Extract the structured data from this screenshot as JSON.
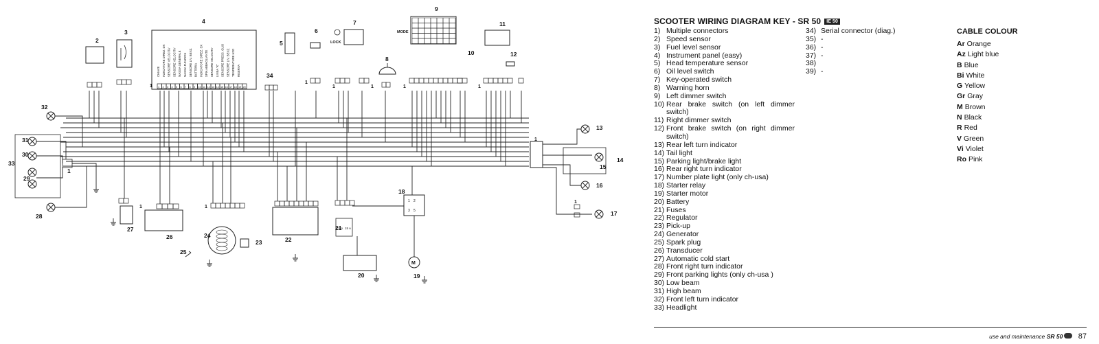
{
  "diagram": {
    "component_numbers": [
      "1",
      "2",
      "3",
      "4",
      "5",
      "6",
      "7",
      "8",
      "9",
      "10",
      "11",
      "12",
      "13",
      "14",
      "15",
      "16",
      "17",
      "18",
      "19",
      "20",
      "21",
      "22",
      "23",
      "24",
      "25",
      "26",
      "27",
      "28",
      "29",
      "30",
      "31",
      "32",
      "33",
      "34"
    ],
    "instrument_labels": [
      "CHIAVE",
      "INDICATORE DIREZ. DX",
      "SENSORE VELOCITA'",
      "SENSORE VELOCITA'",
      "MASSA GENERALE",
      "MASSA FUNZIONI",
      "SENSORE LIV. BENZ.",
      "BATTERIA",
      "INDICATORE DIREZ. SX",
      "SPIA ABBAGLIANTE",
      "SENSORE VELOCITA'",
      "LINEA \"K\"",
      "SENSORE PRESS. OLIO",
      "SENSORE LIV. BENZ.",
      "TEMPERATURE H2O",
      "RISERVA"
    ],
    "pin_numbers": [
      "1",
      "2",
      "3",
      "4",
      "5",
      "6",
      "7",
      "8",
      "9",
      "10",
      "11",
      "12",
      "13",
      "14",
      "15",
      "16",
      "17",
      "18",
      "19",
      "20"
    ],
    "switch_labels": [
      "LOCK",
      "MODE"
    ],
    "motor_label": "M",
    "fuse_labels": [
      "7,5 A",
      "15 A"
    ],
    "relay_pins": [
      "1",
      "2",
      "3",
      "5"
    ],
    "connector_marks": [
      "1",
      "1",
      "1",
      "1",
      "1",
      "1",
      "1",
      "1",
      "1",
      "1",
      "1"
    ]
  },
  "key": {
    "title": "SCOOTER WIRING DIAGRAM KEY - SR 50",
    "badge": "IE 50",
    "items": [
      {
        "n": "1)",
        "t": "Multiple connectors"
      },
      {
        "n": "2)",
        "t": "Speed sensor"
      },
      {
        "n": "3)",
        "t": "Fuel level sensor"
      },
      {
        "n": "4)",
        "t": "Instrument panel (easy)"
      },
      {
        "n": "5)",
        "t": "Head temperature sensor"
      },
      {
        "n": "6)",
        "t": "Oil level switch"
      },
      {
        "n": "7)",
        "t": "Key-operated switch"
      },
      {
        "n": "8)",
        "t": "Warning horn"
      },
      {
        "n": "9)",
        "t": "Left dimmer switch"
      },
      {
        "n": "10)",
        "t": "Rear brake switch (on left dimmer switch)"
      },
      {
        "n": "11)",
        "t": "Right dimmer switch"
      },
      {
        "n": "12)",
        "t": "Front brake switch (on right dimmer switch)"
      },
      {
        "n": "13)",
        "t": "Rear left turn indicator"
      },
      {
        "n": "14)",
        "t": "Tail light"
      },
      {
        "n": "15)",
        "t": "Parking light/brake light"
      },
      {
        "n": "16)",
        "t": "Rear right turn indicator"
      },
      {
        "n": "17)",
        "t": "Number plate light (only ch-usa)"
      },
      {
        "n": "18)",
        "t": "Starter relay"
      },
      {
        "n": "19)",
        "t": "Starter motor"
      },
      {
        "n": "20)",
        "t": "Battery"
      },
      {
        "n": "21)",
        "t": "Fuses"
      },
      {
        "n": "22)",
        "t": "Regulator"
      },
      {
        "n": "23)",
        "t": "Pick-up"
      },
      {
        "n": "24)",
        "t": "Generator"
      },
      {
        "n": "25)",
        "t": "Spark plug"
      },
      {
        "n": "26)",
        "t": "Transducer"
      },
      {
        "n": "27)",
        "t": "Automatic cold start"
      },
      {
        "n": "28)",
        "t": "Front right turn indicator"
      },
      {
        "n": "29)",
        "t": "Front parking lights (only ch-usa )"
      },
      {
        "n": "30)",
        "t": "Low beam"
      },
      {
        "n": "31)",
        "t": "High beam"
      },
      {
        "n": "32)",
        "t": "Front left turn indicator"
      },
      {
        "n": "33)",
        "t": "Headlight"
      }
    ],
    "items2": [
      {
        "n": "34)",
        "t": "Serial connector (diag.)"
      },
      {
        "n": "35)",
        "t": "-"
      },
      {
        "n": "36)",
        "t": "-"
      },
      {
        "n": "37)",
        "t": "-"
      },
      {
        "n": "38)",
        "t": ""
      },
      {
        "n": "39)",
        "t": "-"
      }
    ]
  },
  "cable": {
    "title": "CABLE COLOUR",
    "items": [
      {
        "code": "Ar",
        "name": "Orange"
      },
      {
        "code": "Az",
        "name": "Light blue"
      },
      {
        "code": "B",
        "name": "Blue"
      },
      {
        "code": "Bi",
        "name": "White"
      },
      {
        "code": "G",
        "name": "Yellow"
      },
      {
        "code": "Gr",
        "name": "Gray"
      },
      {
        "code": "M",
        "name": "Brown"
      },
      {
        "code": "N",
        "name": "Black"
      },
      {
        "code": "R",
        "name": "Red"
      },
      {
        "code": "V",
        "name": "Green"
      },
      {
        "code": "Vi",
        "name": "Violet"
      },
      {
        "code": "Ro",
        "name": "Pink"
      }
    ]
  },
  "footer": {
    "text": "use and maintenance",
    "model": "SR 50",
    "page": "87"
  }
}
